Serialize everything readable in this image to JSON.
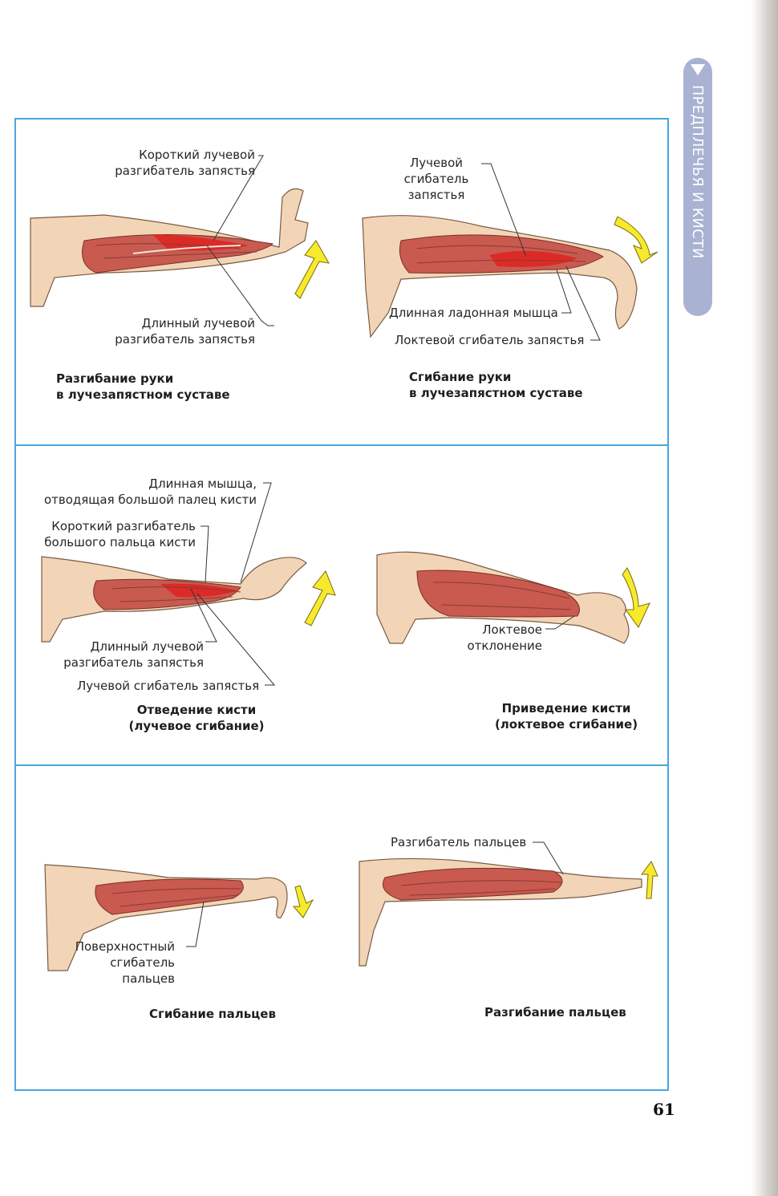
{
  "side_tab": {
    "label": "ПРЕДПЛЕЧЬЯ И КИСТИ",
    "color": "#aab2d3"
  },
  "page_number": "61",
  "frame_color": "#49a6e1",
  "colors": {
    "skin": "#f2d5b6",
    "muscle": "#c85a50",
    "highlight": "#dc2a26",
    "arrow": "#f7ea2c"
  },
  "panels": {
    "wrist_extension": {
      "labels": [
        "Короткий лучевой",
        "разгибатель запястья",
        "Длинный лучевой",
        "разгибатель запястья"
      ],
      "caption": [
        "Разгибание руки",
        "в лучезапястном суставе"
      ]
    },
    "wrist_flexion": {
      "labels": [
        "Лучевой",
        "сгибатель",
        "запястья",
        "Длинная ладонная мышца",
        "Локтевой сгибатель запястья"
      ],
      "caption": [
        "Сгибание руки",
        "в лучезапястном суставе"
      ]
    },
    "abduction": {
      "labels": [
        "Длинная мышца,",
        "отводящая большой палец кисти",
        "Короткий разгибатель",
        "большого пальца кисти",
        "Длинный лучевой",
        "разгибатель запястья",
        "Лучевой сгибатель запястья"
      ],
      "caption": [
        "Отведение кисти",
        "(лучевое сгибание)"
      ]
    },
    "adduction": {
      "labels": [
        "Локтевое",
        "отклонение"
      ],
      "caption": [
        "Приведение кисти",
        "(локтевое сгибание)"
      ]
    },
    "finger_flexion": {
      "labels": [
        "Поверхностный",
        "сгибатель",
        "пальцев"
      ],
      "caption": [
        "Сгибание пальцев"
      ]
    },
    "finger_extension": {
      "labels": [
        "Разгибатель пальцев"
      ],
      "caption": [
        "Разгибание пальцев"
      ]
    }
  }
}
